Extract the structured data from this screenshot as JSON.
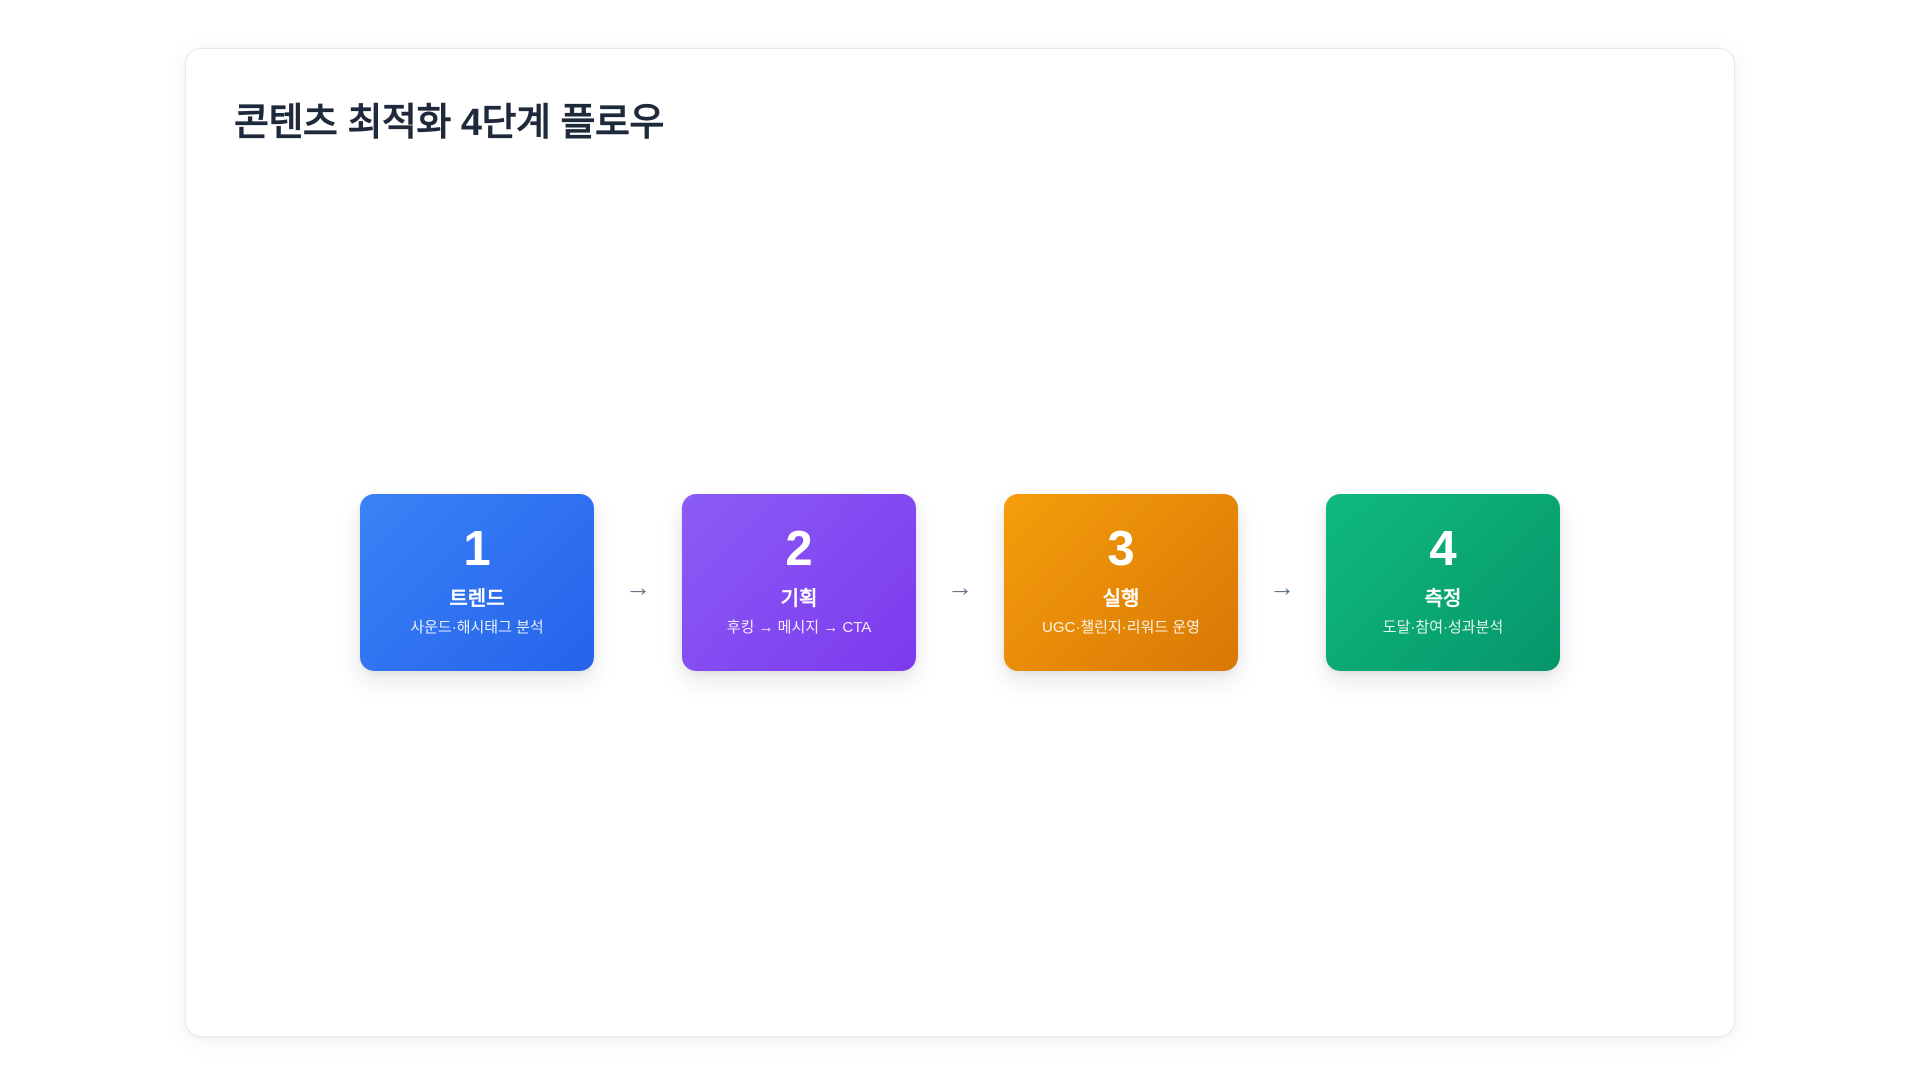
{
  "header": {
    "title": "콘텐츠 최적화 4단계 플로우"
  },
  "flow": {
    "arrow_icon": "→",
    "steps": [
      {
        "number": "1",
        "title": "트렌드",
        "description": "사운드·해시태그 분석",
        "color_start": "#3b82f6",
        "color_end": "#2563eb"
      },
      {
        "number": "2",
        "title": "기획",
        "description": "후킹 → 메시지 → CTA",
        "color_start": "#8b5cf6",
        "color_end": "#7c3aed"
      },
      {
        "number": "3",
        "title": "실행",
        "description": "UGC·챌린지·리워드 운영",
        "color_start": "#f59e0b",
        "color_end": "#d97706"
      },
      {
        "number": "4",
        "title": "측정",
        "description": "도달·참여·성과분석",
        "color_start": "#10b981",
        "color_end": "#059669"
      }
    ]
  },
  "colors": {
    "title_text": "#1e293b",
    "arrow": "#64748b",
    "panel_border": "#e5e9f0"
  }
}
